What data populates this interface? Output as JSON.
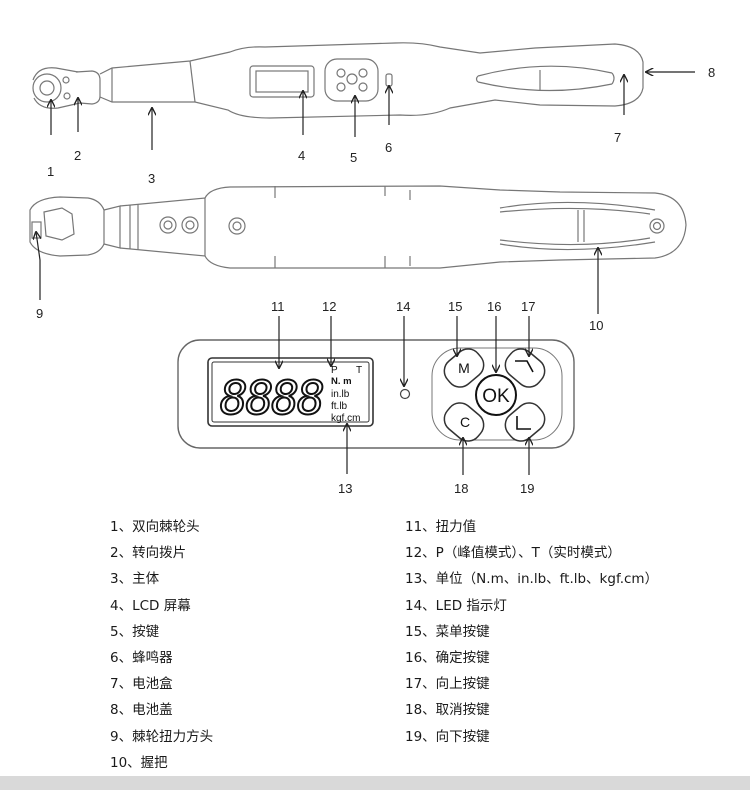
{
  "callouts": {
    "1": "1",
    "2": "2",
    "3": "3",
    "4": "4",
    "5": "5",
    "6": "6",
    "7": "7",
    "8": "8",
    "9": "9",
    "10": "10",
    "11": "11",
    "12": "12",
    "13": "13",
    "14": "14",
    "15": "15",
    "16": "16",
    "17": "17",
    "18": "18",
    "19": "19"
  },
  "lcd": {
    "digits": "8888",
    "mode_p": "P",
    "mode_t": "T",
    "units": [
      "N. m",
      "in.lb",
      "ft.lb",
      "kgf.cm"
    ]
  },
  "keys": {
    "m": "M",
    "ok": "OK",
    "c": "C"
  },
  "legend_left": [
    "1、双向棘轮头",
    "2、转向拨片",
    "3、主体",
    "4、LCD 屏幕",
    "5、按键",
    "6、蜂鸣器",
    "7、电池盒",
    "8、电池盖",
    "9、棘轮扭力方头",
    "10、握把"
  ],
  "legend_right": [
    "11、扭力值",
    "12、P（峰值模式）、T（实时模式）",
    "13、单位（N.m、in.lb、ft.lb、kgf.cm）",
    "14、LED 指示灯",
    "15、菜单按键",
    "16、确定按键",
    "17、向上按键",
    "18、取消按键",
    "19、向下按键"
  ]
}
